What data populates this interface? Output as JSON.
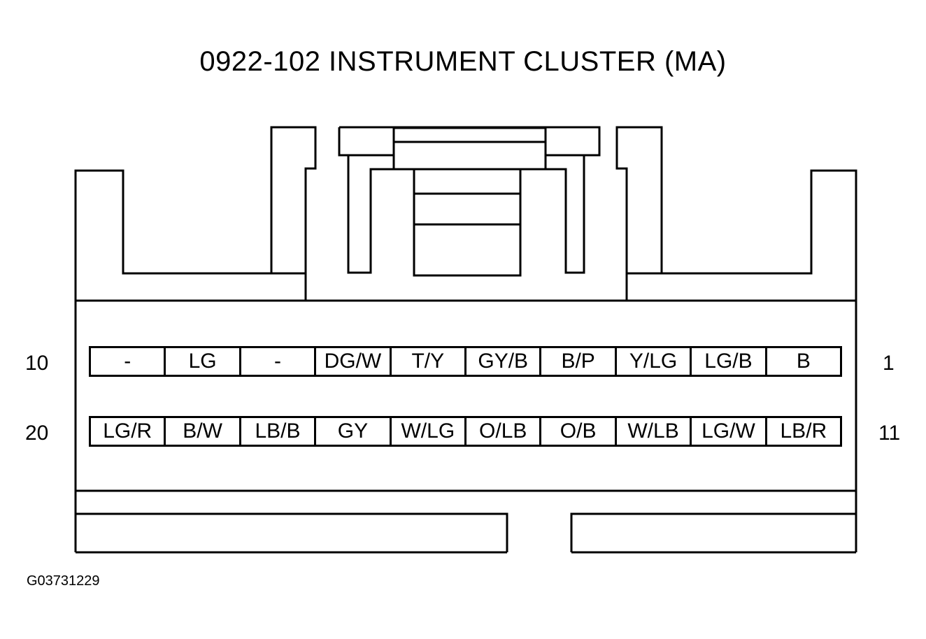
{
  "title": "0922-102 INSTRUMENT CLUSTER (MA)",
  "figure_id": "G03731229",
  "row1": {
    "left_pin_label": "10",
    "right_pin_label": "1",
    "pins": [
      "-",
      "LG",
      "-",
      "DG/W",
      "T/Y",
      "GY/B",
      "B/P",
      "Y/LG",
      "LG/B",
      "B"
    ]
  },
  "row2": {
    "left_pin_label": "20",
    "right_pin_label": "11",
    "pins": [
      "LG/R",
      "B/W",
      "LB/B",
      "GY",
      "W/LG",
      "O/LB",
      "O/B",
      "W/LB",
      "LG/W",
      "LB/R"
    ]
  }
}
